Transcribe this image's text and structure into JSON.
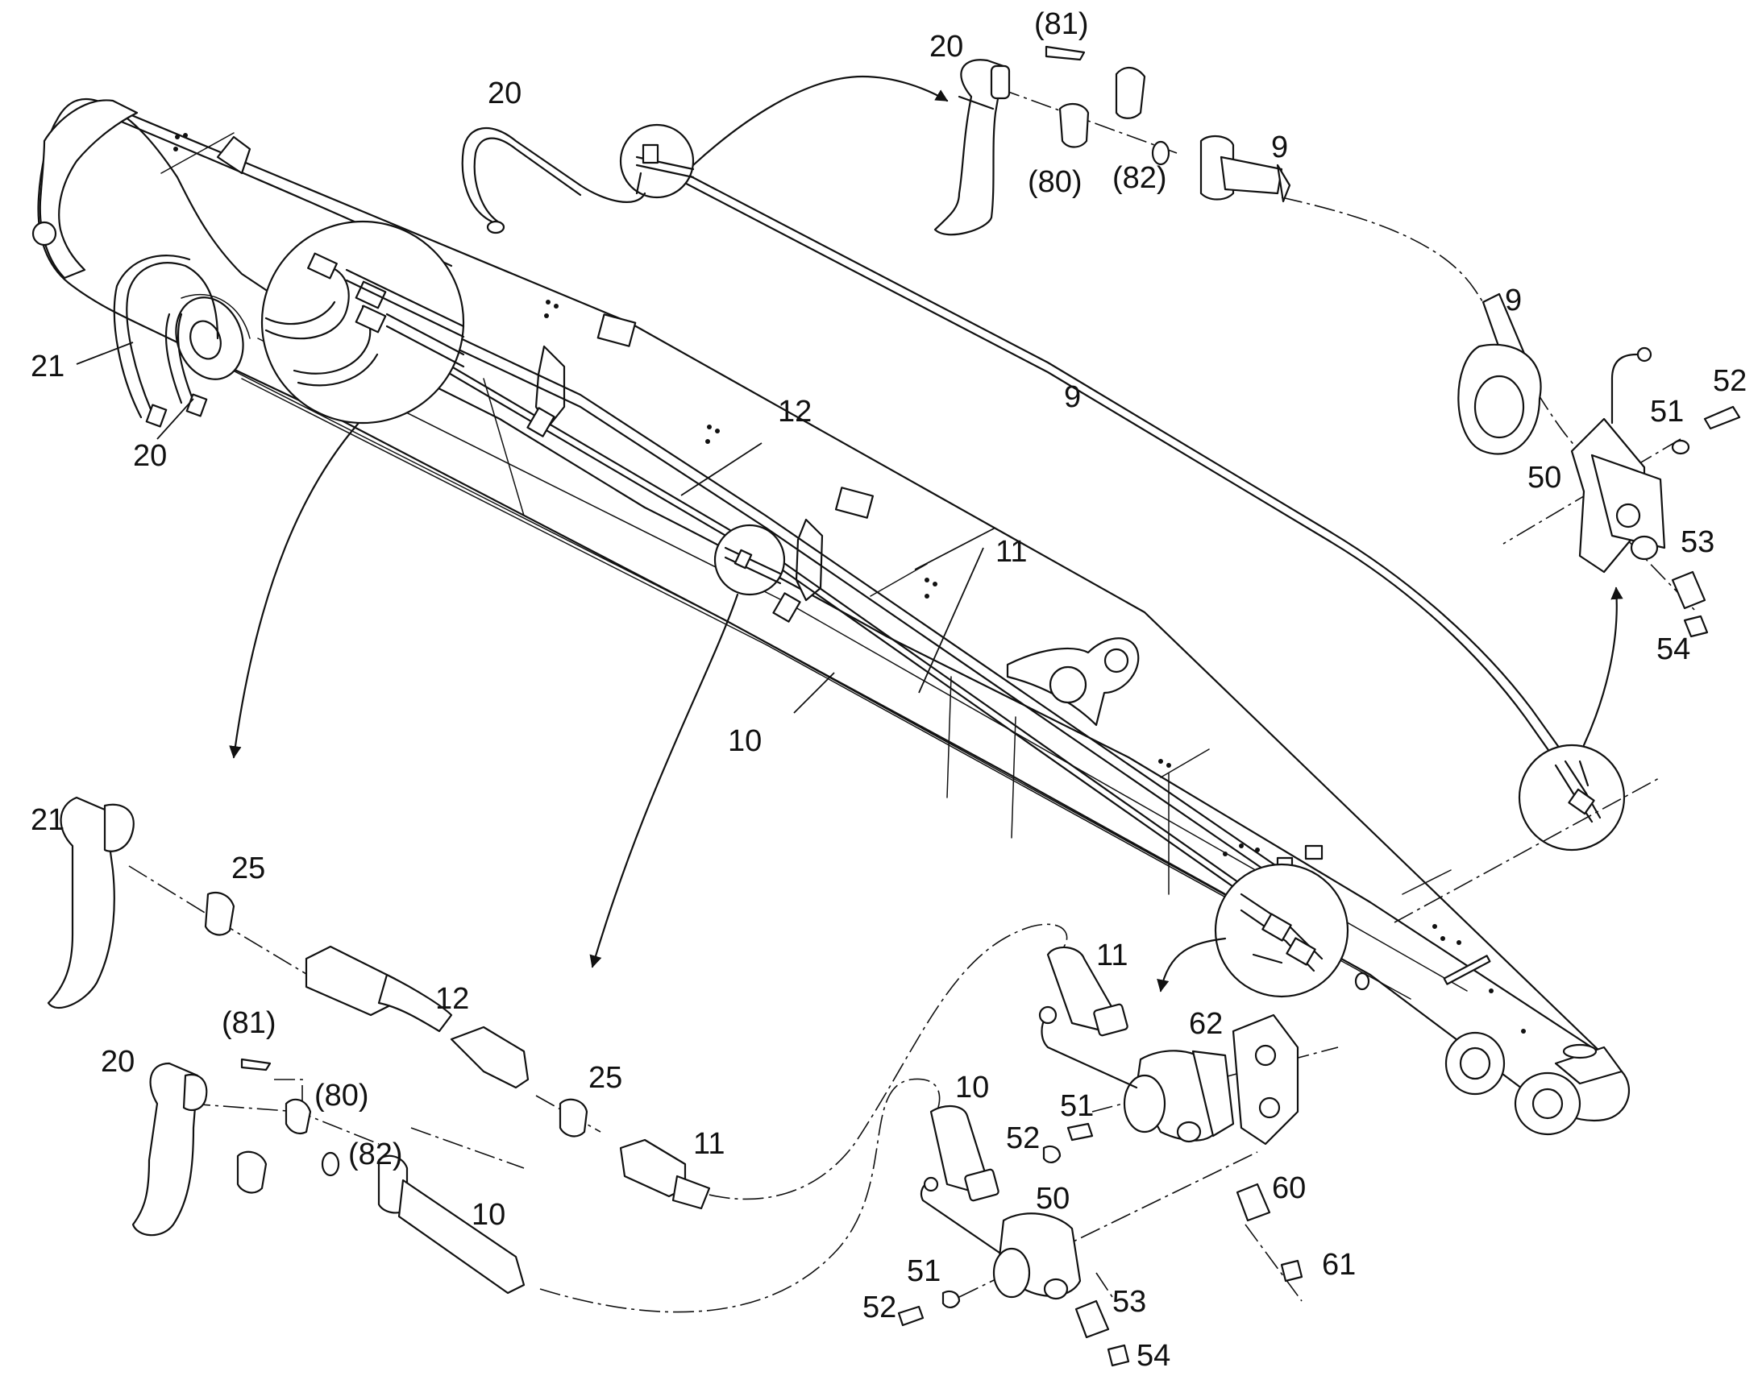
{
  "callouts": [
    {
      "id": "c-20-top-left",
      "text": "20"
    },
    {
      "id": "c-20-top-mid",
      "text": "20"
    },
    {
      "id": "c-81-top",
      "text": "(81)"
    },
    {
      "id": "c-80-top",
      "text": "(80)"
    },
    {
      "id": "c-82-top",
      "text": "(82)"
    },
    {
      "id": "c-9-top",
      "text": "9"
    },
    {
      "id": "c-9-right",
      "text": "9"
    },
    {
      "id": "c-9-mid",
      "text": "9"
    },
    {
      "id": "c-52-right",
      "text": "52"
    },
    {
      "id": "c-51-right",
      "text": "51"
    },
    {
      "id": "c-50-right",
      "text": "50"
    },
    {
      "id": "c-53-right",
      "text": "53"
    },
    {
      "id": "c-54-right",
      "text": "54"
    },
    {
      "id": "c-21-left",
      "text": "21"
    },
    {
      "id": "c-20-left",
      "text": "20"
    },
    {
      "id": "c-12-mid",
      "text": "12"
    },
    {
      "id": "c-11-mid",
      "text": "11"
    },
    {
      "id": "c-10-mid",
      "text": "10"
    },
    {
      "id": "c-21-bottom",
      "text": "21"
    },
    {
      "id": "c-25-upper",
      "text": "25"
    },
    {
      "id": "c-12-bottom",
      "text": "12"
    },
    {
      "id": "c-81-bottom",
      "text": "(81)"
    },
    {
      "id": "c-20-bottom",
      "text": "20"
    },
    {
      "id": "c-80-bottom",
      "text": "(80)"
    },
    {
      "id": "c-82-bottom",
      "text": "(82)"
    },
    {
      "id": "c-25-lower",
      "text": "25"
    },
    {
      "id": "c-11-bottom",
      "text": "11"
    },
    {
      "id": "c-10-bottom",
      "text": "10"
    },
    {
      "id": "c-11-valve",
      "text": "11"
    },
    {
      "id": "c-62",
      "text": "62"
    },
    {
      "id": "c-10-valve",
      "text": "10"
    },
    {
      "id": "c-51-mid",
      "text": "51"
    },
    {
      "id": "c-52-mid",
      "text": "52"
    },
    {
      "id": "c-50-bottom",
      "text": "50"
    },
    {
      "id": "c-60",
      "text": "60"
    },
    {
      "id": "c-61",
      "text": "61"
    },
    {
      "id": "c-51-bottom",
      "text": "51"
    },
    {
      "id": "c-52-bottom",
      "text": "52"
    },
    {
      "id": "c-53-bottom",
      "text": "53"
    },
    {
      "id": "c-54-bottom",
      "text": "54"
    }
  ]
}
